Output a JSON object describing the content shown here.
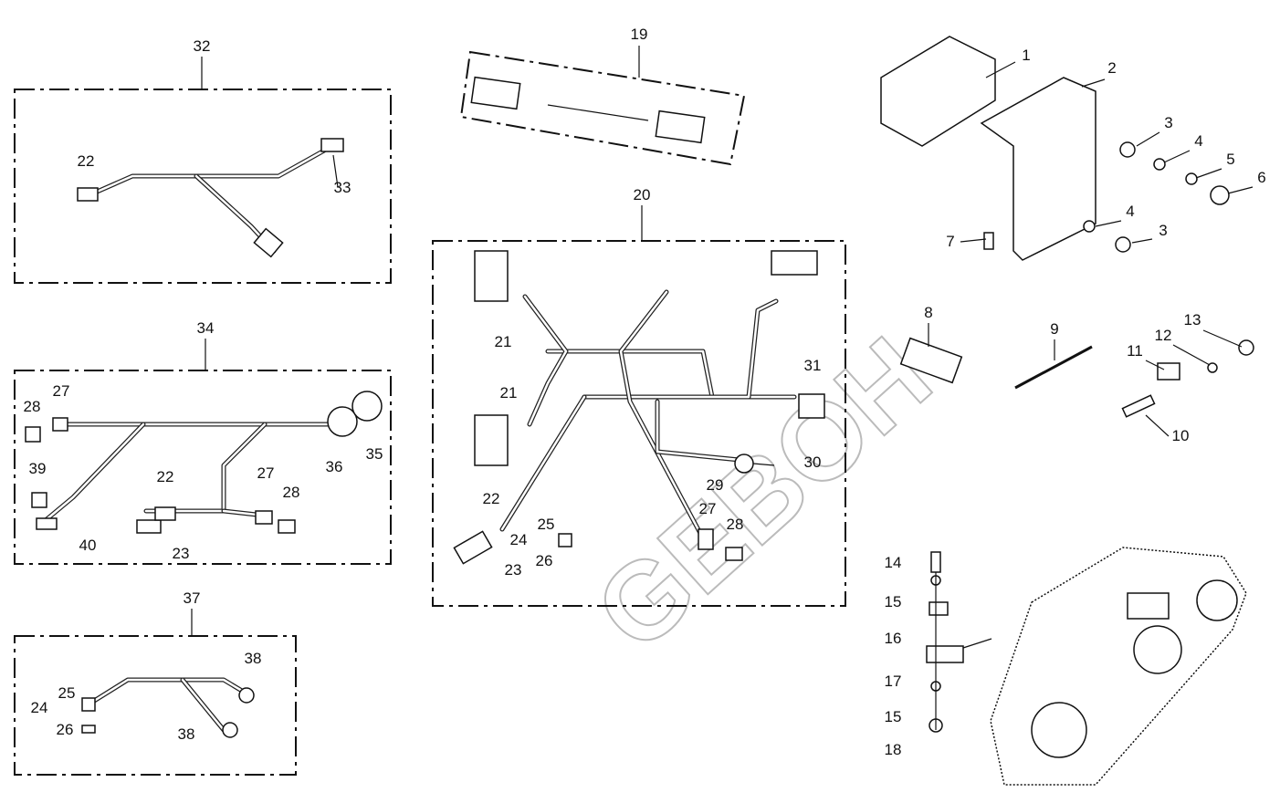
{
  "diagram": {
    "watermark": "GEBOH",
    "groups": [
      "32",
      "34",
      "37",
      "19",
      "20"
    ],
    "labels": [
      "32",
      "22",
      "33",
      "34",
      "28",
      "27",
      "39",
      "40",
      "22",
      "23",
      "27",
      "28",
      "36",
      "35",
      "37",
      "25",
      "24",
      "26",
      "38",
      "38",
      "19",
      "20",
      "21",
      "21",
      "22",
      "24",
      "23",
      "25",
      "26",
      "27",
      "28",
      "29",
      "30",
      "31",
      "1",
      "2",
      "3",
      "4",
      "5",
      "6",
      "7",
      "4",
      "3",
      "8",
      "9",
      "13",
      "12",
      "11",
      "10",
      "14",
      "15",
      "16",
      "17",
      "15",
      "18"
    ]
  }
}
